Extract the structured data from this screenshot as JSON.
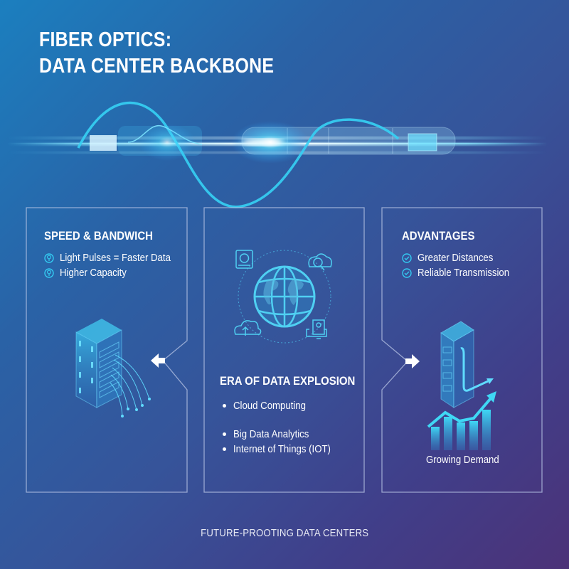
{
  "header": {
    "title_line1": "FIBER OPTICS:",
    "title_line2": "DATA CENTER BACKBONE"
  },
  "hero_graphic": {
    "description": "glowing fiber optic cable with sine light wave and connectors",
    "icon": "fiber-optic-cable-icon"
  },
  "panels": {
    "left": {
      "heading": "SPEED & BANDWICH",
      "items": [
        {
          "icon": "lightbulb-pin-icon",
          "label": "Light Pulses = Faster Data"
        },
        {
          "icon": "lightbulb-pin-icon",
          "label": "Higher Capacity"
        }
      ],
      "illustration": "server-rack-with-fiber-icon",
      "connector": "arrow-left-icon"
    },
    "center": {
      "illustration": "globe-network-icon",
      "satellite_icons": [
        "robot-device-icon",
        "cloud-search-icon",
        "cloud-upload-icon",
        "monitor-user-icon"
      ],
      "heading": "ERA OF DATA EXPLOSION",
      "items": [
        {
          "label": "Cloud Computing"
        },
        {
          "label": "Big Data Analytics"
        },
        {
          "label": "Internet of Things (IOT)"
        }
      ]
    },
    "right": {
      "heading": "ADVANTAGES",
      "items": [
        {
          "icon": "check-circle-icon",
          "label": "Greater Distances"
        },
        {
          "icon": "check-circle-icon",
          "label": "Reliable Transmission"
        }
      ],
      "illustration": "server-rack-with-growth-chart-icon",
      "caption": "Growing Demand",
      "connector": "arrow-right-icon"
    }
  },
  "footer": {
    "text": "FUTURE-PROOTING DATA CENTERS"
  },
  "colors": {
    "bg_top_left": "#1b7fbf",
    "bg_bottom_right": "#4c3278",
    "accent_cyan": "#33d6f5",
    "panel_border": "#b9c6e6",
    "text": "#ffffff"
  }
}
